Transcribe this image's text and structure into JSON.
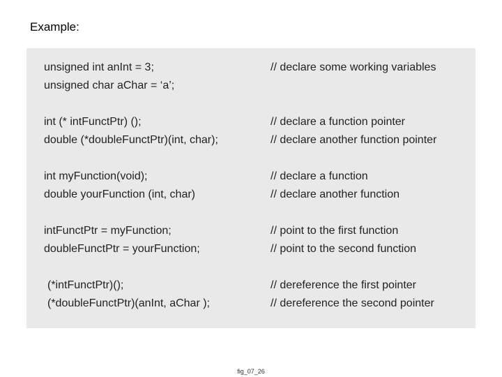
{
  "heading": "Example:",
  "rows": [
    {
      "code": "unsigned int anInt = 3;",
      "comment": "// declare some working variables"
    },
    {
      "code": "unsigned char aChar = ‘a’;",
      "comment": ""
    },
    {
      "code": "int (* intFunctPtr) ();",
      "comment": "// declare a function pointer"
    },
    {
      "code": "double (*doubleFunctPtr)(int, char);",
      "comment": "// declare another function pointer"
    },
    {
      "code": "int myFunction(void);",
      "comment": "// declare a function"
    },
    {
      "code": "double yourFunction (int, char)",
      "comment": "// declare another function"
    },
    {
      "code": "intFunctPtr = myFunction;",
      "comment": "// point to the first function"
    },
    {
      "code": "doubleFunctPtr = yourFunction;",
      "comment": "// point to the second function"
    },
    {
      "code": "(*intFunctPtr)();",
      "comment": "// dereference the first pointer"
    },
    {
      "code": "(*doubleFunctPtr)(anInt, aChar );",
      "comment": "// dereference the second pointer"
    }
  ],
  "caption": "fig_07_26"
}
